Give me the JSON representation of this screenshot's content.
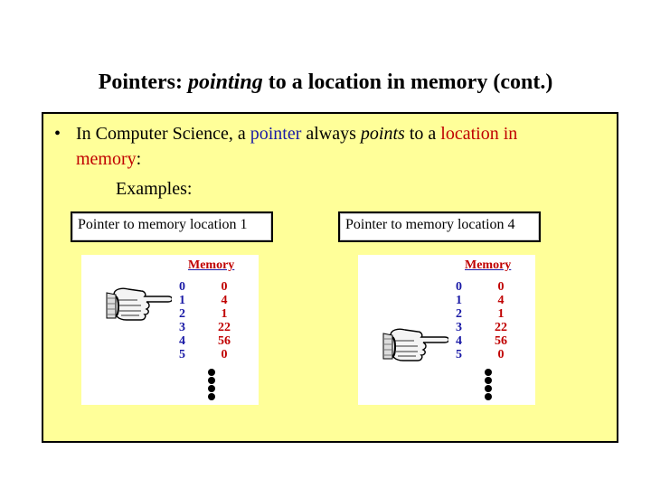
{
  "slide": {
    "title_prefix": "Pointers: ",
    "title_italic": "pointing",
    "title_suffix": " to a location in memory (cont.)",
    "bullet_marker": "•",
    "bullet": {
      "part1": "In Computer Science, a ",
      "part2": "pointer",
      "part3": " always ",
      "part4": "points",
      "part5": " to a ",
      "part6": "location in memory",
      "part6a": "location in",
      "part6b": "memory",
      "part7": ":"
    },
    "examples_label": "Examples:",
    "colors": {
      "panel": "#ffff99",
      "blue": "#1a1aa6",
      "red": "#c00000"
    }
  },
  "figures": [
    {
      "caption": "Pointer to memory location 1",
      "memory_title": "Memory",
      "indices": [
        "0",
        "1",
        "2",
        "3",
        "4",
        "5"
      ],
      "values": [
        "0",
        "4",
        "1",
        "22",
        "56",
        "0"
      ],
      "pointed_index": 1,
      "icon": "pointing-hand-icon"
    },
    {
      "caption": "Pointer to memory location 4",
      "memory_title": "Memory",
      "indices": [
        "0",
        "1",
        "2",
        "3",
        "4",
        "5"
      ],
      "values": [
        "0",
        "4",
        "1",
        "22",
        "56",
        "0"
      ],
      "pointed_index": 4,
      "icon": "pointing-hand-icon"
    }
  ]
}
